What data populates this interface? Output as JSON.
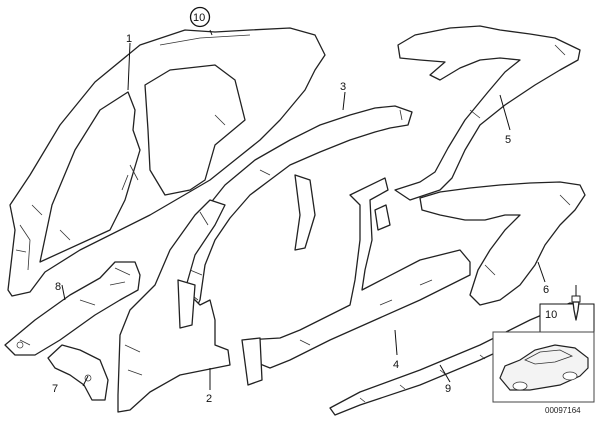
{
  "callouts": {
    "c1": "1",
    "c2": "2",
    "c3": "3",
    "c4": "4",
    "c5": "5",
    "c6": "6",
    "c7": "7",
    "c8": "8",
    "c9": "9",
    "c10_circle": "10",
    "c10_box": "10"
  },
  "reference_number": "00097164"
}
